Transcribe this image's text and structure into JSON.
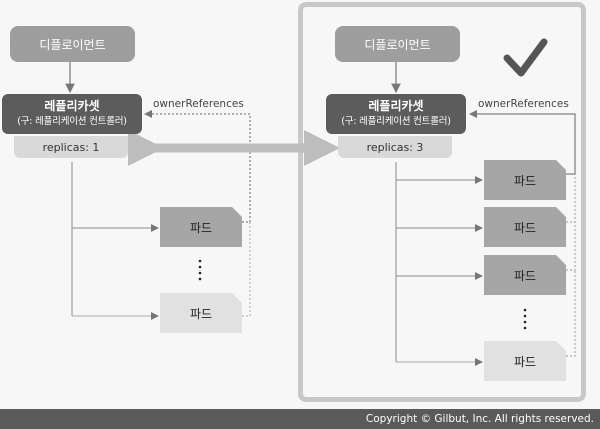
{
  "left": {
    "deployment_label": "디플로이먼트",
    "replicaset_label": "레플리카셋",
    "replicaset_sub_label": "(구: 레플리케이션 컨트롤러)",
    "replicas_text": "replicas: 1",
    "owner_references_label": "ownerReferences",
    "pods": [
      "파드",
      "파드"
    ]
  },
  "right": {
    "deployment_label": "디플로이먼트",
    "replicaset_label": "레플리카셋",
    "replicaset_sub_label": "(구: 레플리케이션 컨트롤러)",
    "replicas_text": "replicas: 3",
    "owner_references_label": "ownerReferences",
    "pods": [
      "파드",
      "파드",
      "파드",
      "파드"
    ]
  },
  "footer": {
    "copyright": "Copyright © Gilbut, Inc. All rights reserved."
  },
  "colors": {
    "deployment_box": "#9e9e9e",
    "replicaset_box": "#5c5c5c",
    "replicas_box": "#d9d9d9",
    "pod_active": "#a6a6a6",
    "pod_inactive": "#e1e1e1",
    "panel_border": "#c8c8c8",
    "checkmark": "#555555",
    "footer_bg": "#5a5a5a"
  },
  "icons": {
    "checkmark": "check-icon"
  }
}
